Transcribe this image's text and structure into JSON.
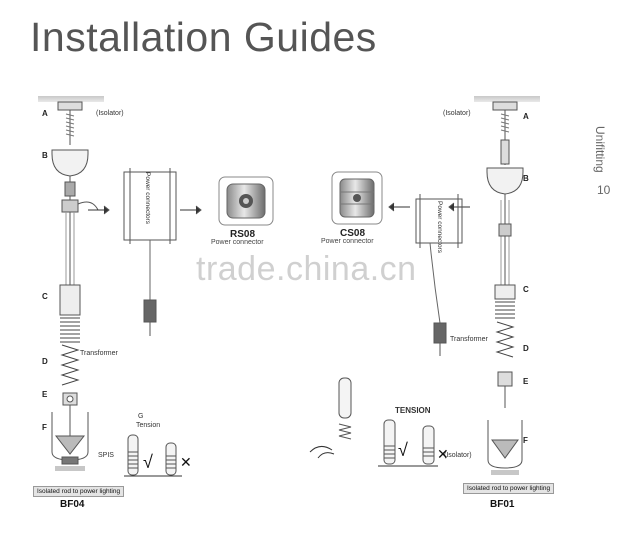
{
  "title": "Installation Guides",
  "side_label": "Unifitting",
  "page_number": "10",
  "watermark": "trade.china.cn",
  "left": {
    "letters": [
      "A",
      "B",
      "C",
      "D",
      "E",
      "F"
    ],
    "isolator_label": "(Isolator)",
    "box_label": "Power connectors",
    "transformer_label": "Transformer",
    "tension_letter": "G",
    "tension_label": "Tension",
    "spring_label": "SPIS",
    "caption": "Isolated rod to power lighting",
    "code": "BF04"
  },
  "right": {
    "letters": [
      "A",
      "B",
      "C",
      "D",
      "E",
      "F"
    ],
    "isolator_label": "(Isolator)",
    "isolator_label_f": "(Isolator)",
    "box_label": "Power connectors",
    "transformer_label": "Transformer",
    "tension_title": "TENSION",
    "caption": "Isolated rod to power lighting",
    "code": "BF01"
  },
  "connectors": [
    {
      "name": "RS08",
      "sub": "Power connector"
    },
    {
      "name": "CS08",
      "sub": "Power connector"
    }
  ],
  "marks": {
    "check": "√",
    "cross": "✕"
  }
}
